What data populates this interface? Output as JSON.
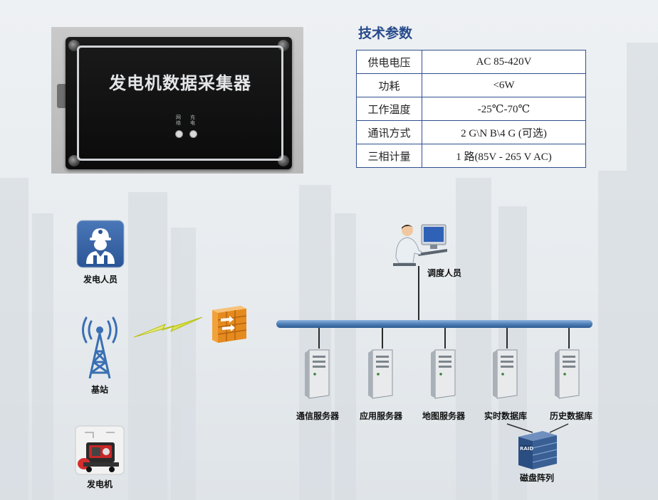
{
  "device_photo": {
    "title": "发电机数据采集器",
    "led_labels": [
      "网络",
      "充电"
    ]
  },
  "spec": {
    "title": "技术参数",
    "rows": [
      {
        "key": "供电电压",
        "value": "AC 85-420V"
      },
      {
        "key": "功耗",
        "value": "<6W"
      },
      {
        "key": "工作温度",
        "value": "-25℃-70℃"
      },
      {
        "key": "通讯方式",
        "value": "2 G\\N B\\4 G (可选)"
      },
      {
        "key": "三相计量",
        "value": "1 路(85V - 265 V AC)"
      }
    ]
  },
  "diagram": {
    "left_nodes": {
      "generator_staff": "发电人员",
      "base_station": "基站",
      "generator": "发电机"
    },
    "dispatcher": "调度人员",
    "servers": [
      "通信服务器",
      "应用服务器",
      "地图服务器",
      "实时数据库",
      "历史数据库"
    ],
    "raid_badge": "RAID",
    "disk_array": "磁盘阵列"
  },
  "colors": {
    "table_border": "#2f4f8f",
    "title_blue": "#274a8c",
    "bus_blue": "#4f7fb8",
    "server_gray": "#e8eaec",
    "raid_blue": "#3a5f94"
  }
}
